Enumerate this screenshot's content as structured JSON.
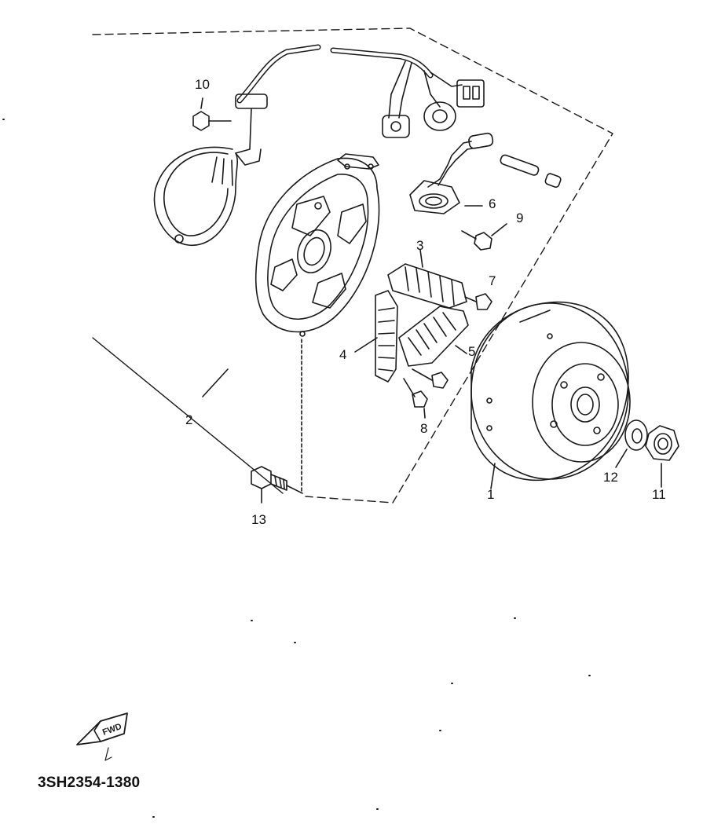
{
  "callouts": {
    "c1": "1",
    "c2": "2",
    "c3": "3",
    "c4": "4",
    "c5": "5",
    "c6": "6",
    "c7": "7",
    "c8": "8",
    "c9": "9",
    "c10": "10",
    "c11": "11",
    "c12": "12",
    "c13": "13"
  },
  "fwd_label": "FWD",
  "diagram_code": "3SH2354-1380",
  "colors": {
    "ink": "#1a1a1a",
    "paper": "#ffffff"
  }
}
